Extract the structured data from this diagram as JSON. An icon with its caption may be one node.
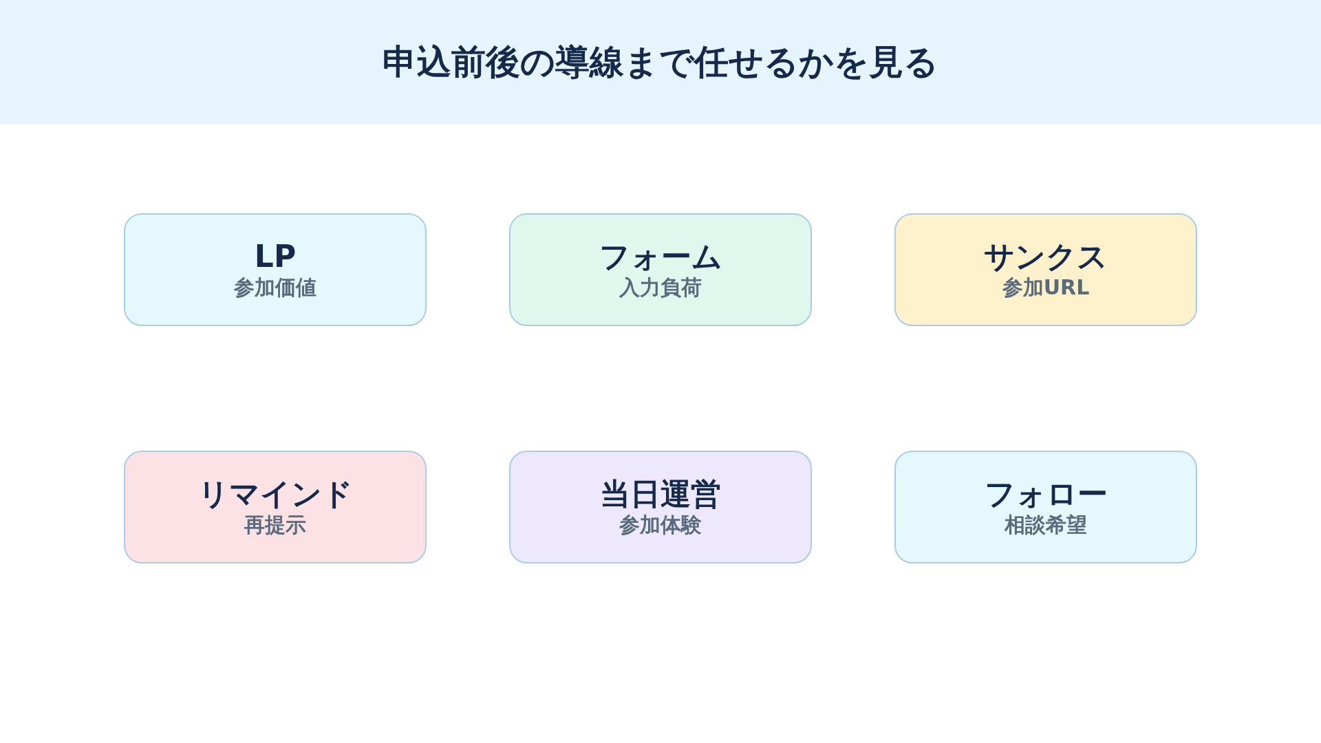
{
  "diagram": {
    "title": "申込前後の導線まで任せるかを見る",
    "nodes": [
      {
        "text": [
          "LP",
          "参加価値"
        ]
      },
      {
        "text": [
          "フォーム",
          "入力負荷"
        ]
      },
      {
        "text": [
          "サンクス",
          "参加URL"
        ]
      },
      {
        "text": [
          "リマインド",
          "再提示"
        ]
      },
      {
        "text": [
          "当日運営",
          "参加体験"
        ]
      },
      {
        "text": [
          "フォロー",
          "相談希望"
        ]
      }
    ]
  }
}
